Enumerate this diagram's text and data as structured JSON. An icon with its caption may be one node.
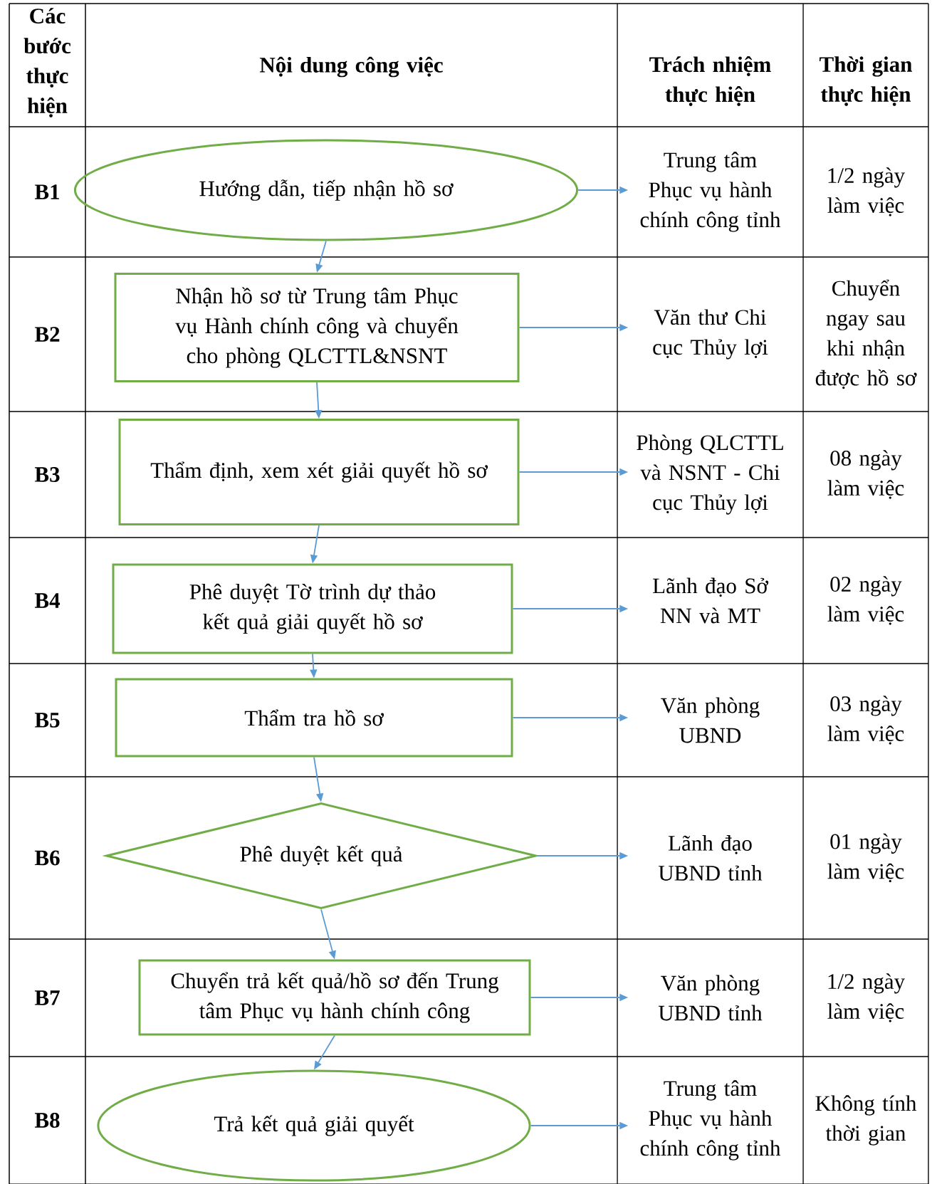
{
  "diagram": {
    "nodes": [
      {
        "text": [
          "Hướng dẫn, tiếp nhận hồ sơ"
        ]
      },
      {
        "text": [
          "Nhận hồ sơ từ Trung tâm Phục vụ Hành chính công và chuyển cho phòng QLCTTL&NSNT"
        ]
      },
      {
        "text": [
          "Thẩm định, xem xét giải quyết hồ sơ"
        ]
      },
      {
        "text": [
          "Phê duyệt Tờ trình dự thảo kết quả giải quyết hồ sơ"
        ]
      },
      {
        "text": [
          "Thẩm tra hồ sơ"
        ]
      },
      {
        "text": [
          "Phê duyệt kết quả"
        ]
      },
      {
        "text": [
          "Chuyển trả kết quả/hồ sơ đến Trung tâm Phục vụ hành chính công"
        ]
      },
      {
        "text": [
          "Trả kết quả giải quyết"
        ]
      },
      {
        "text": [
          "Trung tâm Phục vụ hành chính công tỉnh"
        ]
      },
      {
        "text": [
          "Văn thư Chi cục Thủy lợi"
        ]
      },
      {
        "text": [
          "Phòng QLCTTL và NSNT - Chi cục Thủy lợi"
        ]
      },
      {
        "text": [
          "Lãnh đạo Sở NN và MT"
        ]
      },
      {
        "text": [
          "Văn phòng UBND"
        ]
      },
      {
        "text": [
          "Lãnh đạo UBND tỉnh"
        ]
      },
      {
        "text": [
          "Văn phòng UBND tỉnh"
        ]
      },
      {
        "text": [
          "Trung tâm Phục vụ hành chính công tỉnh"
        ]
      }
    ],
    "edges": [
      {
        "from": 0,
        "to": 1,
        "arrow": "to"
      },
      {
        "from": 1,
        "to": 2,
        "arrow": "to"
      },
      {
        "from": 2,
        "to": 3,
        "arrow": "to"
      },
      {
        "from": 3,
        "to": 4,
        "arrow": "to"
      },
      {
        "from": 4,
        "to": 5,
        "arrow": "to"
      },
      {
        "from": 5,
        "to": 6,
        "arrow": "to"
      },
      {
        "from": 6,
        "to": 7,
        "arrow": "to"
      },
      {
        "from": 0,
        "to": 8,
        "arrow": "to"
      },
      {
        "from": 1,
        "to": 9,
        "arrow": "to"
      },
      {
        "from": 2,
        "to": 10,
        "arrow": "to"
      },
      {
        "from": 3,
        "to": 11,
        "arrow": "to"
      },
      {
        "from": 4,
        "to": 12,
        "arrow": "to"
      },
      {
        "from": 5,
        "to": 13,
        "arrow": "to"
      },
      {
        "from": 6,
        "to": 14,
        "arrow": "to"
      },
      {
        "from": 7,
        "to": 15,
        "arrow": "to"
      }
    ],
    "labels": [
      "Các bước thực hiện",
      "Nội dung công việc",
      "Trách nhiệm thực hiện",
      "Thời gian thực hiện",
      "B1",
      "1/2 ngày làm việc",
      "B2",
      "Chuyển ngay sau khi nhận được hồ sơ",
      "B3",
      "08 ngày làm việc",
      "B4",
      "02 ngày làm việc",
      "B5",
      "03 ngày làm việc",
      "B6",
      "01 ngày làm việc",
      "B7",
      "1/2 ngày làm việc",
      "B8",
      "Không tính thời gian"
    ]
  }
}
